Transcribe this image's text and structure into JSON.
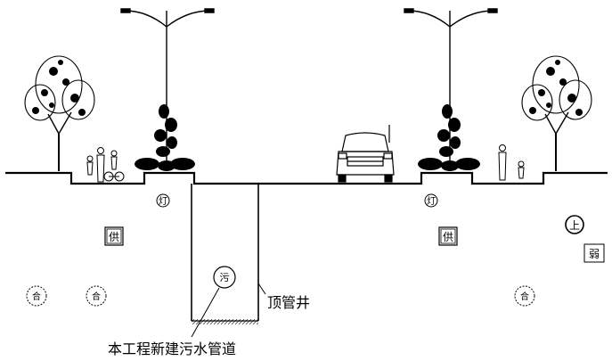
{
  "labels": {
    "jacking_well": "顶管井",
    "new_sewer": "本工程新建污水管道"
  },
  "pipe_markers": {
    "sewer": "污",
    "lamp": "灯",
    "heat": "供",
    "water": "上",
    "telecom": "合",
    "weak_current": "弱"
  },
  "colors": {
    "line": "#000000",
    "background": "#ffffff"
  }
}
